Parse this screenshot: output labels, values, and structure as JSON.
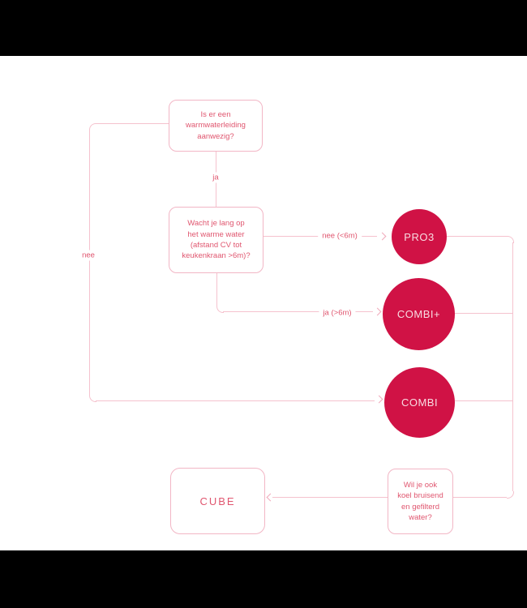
{
  "colors": {
    "accent_red": "#d01245",
    "line_pink": "#f5c2ce",
    "border_pink": "#f2b6c5",
    "text_rose": "#e0566f",
    "circle_label_pink": "#f8dce2",
    "letterbox": "#000000",
    "canvas": "#ffffff"
  },
  "flowchart": {
    "question_warmwater": {
      "lines": [
        "Is er een",
        "warmwaterleiding",
        "aanwezig?"
      ]
    },
    "question_wachttijd": {
      "lines": [
        "Wacht je lang op",
        "het warme water",
        "(afstand CV tot",
        "keukenkraan >6m)?"
      ]
    },
    "question_koelwater": {
      "lines": [
        "Wil je ook",
        "koel bruisend",
        "en gefilterd",
        "water?"
      ]
    },
    "labels": {
      "ja": "ja",
      "nee": "nee",
      "nee_kleiner_6m": "nee (<6m)",
      "ja_groter_6m": "ja (>6m)"
    },
    "products": {
      "pro3": "PRO3",
      "combi_plus": "COMBI+",
      "combi": "COMBI",
      "cube": "CUBE"
    }
  }
}
